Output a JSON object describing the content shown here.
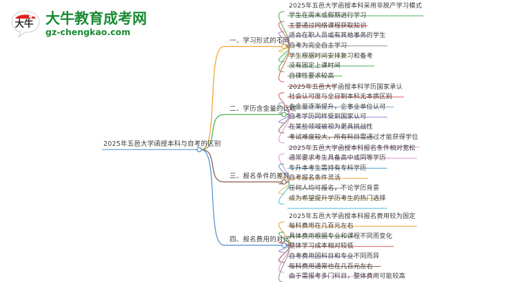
{
  "logo": {
    "mark_text": "大牛",
    "title": "大牛教育成考网",
    "subtitle": "gz-chengkao.com",
    "brand_color": "#1a8a34",
    "mark_accent_color": "#e02020"
  },
  "mindmap": {
    "root": {
      "label": "2025年五邑大学函授本科与自考的区别",
      "underline_color": "#6fa8dc",
      "node_color": "#4a86c8"
    },
    "branches": [
      {
        "label": "一、学习形式的不同",
        "connector_color": "#f0a030",
        "node_color": "#f0a030",
        "items": [
          {
            "label": "2025年五邑大学函授本科采用非脱产学习模式",
            "color": "#4caf50"
          },
          {
            "label": "学生在周末或假期进行学习",
            "color": "#e05a5a"
          },
          {
            "label": "主要通过网络课程获取知识",
            "color": "#9b7fd4"
          },
          {
            "label": "适合在职人员或有其他事务的学生",
            "color": "#8c8c8c"
          },
          {
            "label": "自考为完全自主学习",
            "color": "#d4c24a"
          },
          {
            "label": "学生根据时间安排复习和备考",
            "color": "#4caf50"
          },
          {
            "label": "没有固定上课时间",
            "color": "#4caf50"
          },
          {
            "label": "自律性要求较高",
            "color": "#e05a5a"
          }
        ]
      },
      {
        "label": "二、学历含金量的比较",
        "connector_color": "#4caf50",
        "node_color": "#4caf50",
        "items": [
          {
            "label": "2025年五邑大学函授本科学历国家承认",
            "color": "#e05a5a"
          },
          {
            "label": "社会认可度与全日制本科无本质区别",
            "color": "#7f9ec9"
          },
          {
            "label": "含金量逐渐提升，企事业单位认可",
            "color": "#9b7fd4"
          },
          {
            "label": "自考学历同样受到国家认可",
            "color": "#9b7fd4"
          },
          {
            "label": "在某些领域被视为更具挑战性",
            "color": "#8a6a5a"
          },
          {
            "label": "考试难度较大，所有科目需通过才能获得学位",
            "color": "#e090d0"
          }
        ]
      },
      {
        "label": "三、报名条件的差异",
        "connector_color": "#8a5a4a",
        "node_color": "#8a5a4a",
        "items": [
          {
            "label": "2025年五邑大学函授本科报名条件相对宽松",
            "color": "#e090d0"
          },
          {
            "label": "通常要求考生具备高中或同等学历",
            "color": "#4a9fd4"
          },
          {
            "label": "专升本考生需持有专科学历",
            "color": "#f0a030"
          },
          {
            "label": "自考报名条件灵活",
            "color": "#8c8c8c"
          },
          {
            "label": "任何人均可报名，不论学历背景",
            "color": "#d4c24a"
          },
          {
            "label": "成为希望提升学历考生的热门选择",
            "color": "#4ab8e0"
          }
        ]
      },
      {
        "label": "四、报名费用的对比",
        "connector_color": "#4a90d4",
        "node_color": "#4a90d4",
        "items": [
          {
            "label": "2025年五邑大学函授本科报名费用较为固定",
            "color": "#f0a030"
          },
          {
            "label": "每科费用在几百元左右",
            "color": "#4caf50"
          },
          {
            "label": "具体费用根据专业和课程不同而变化",
            "color": "#e05a5a"
          },
          {
            "label": "整体学习成本相对较低",
            "color": "#9b7fd4"
          },
          {
            "label": "自考费用因科目和专业不同而异",
            "color": "#8a5a4a"
          },
          {
            "label": "每科费用通常也在几百元左右",
            "color": "#e090d0"
          },
          {
            "label": "由于需报考多门科目，整体费用可能较高",
            "color": "#8c8c8c"
          }
        ]
      }
    ]
  }
}
